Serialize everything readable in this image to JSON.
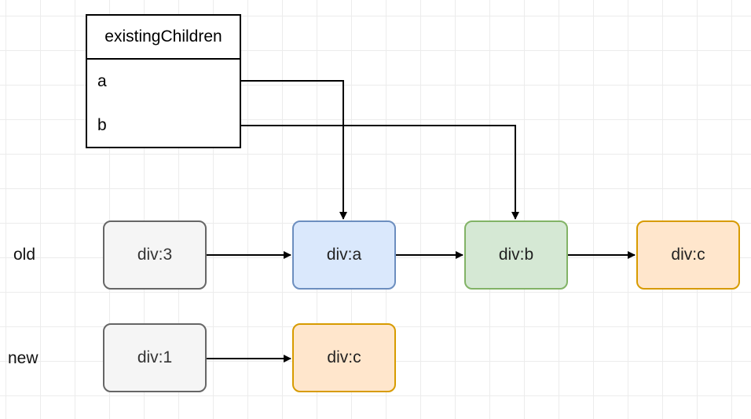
{
  "table": {
    "title": "existingChildren",
    "rows": [
      "a",
      "b"
    ]
  },
  "old_row": {
    "label": "old",
    "nodes": [
      "div:3",
      "div:a",
      "div:b",
      "div:c"
    ]
  },
  "new_row": {
    "label": "new",
    "nodes": [
      "div:1",
      "div:c"
    ]
  },
  "colors": {
    "gray_fill": "#f5f5f5",
    "gray_stroke": "#666666",
    "blue_fill": "#dae8fc",
    "blue_stroke": "#6c8ebf",
    "green_fill": "#d5e8d4",
    "green_stroke": "#82b366",
    "orange_fill": "#ffe6cc",
    "orange_stroke": "#d79b00"
  }
}
